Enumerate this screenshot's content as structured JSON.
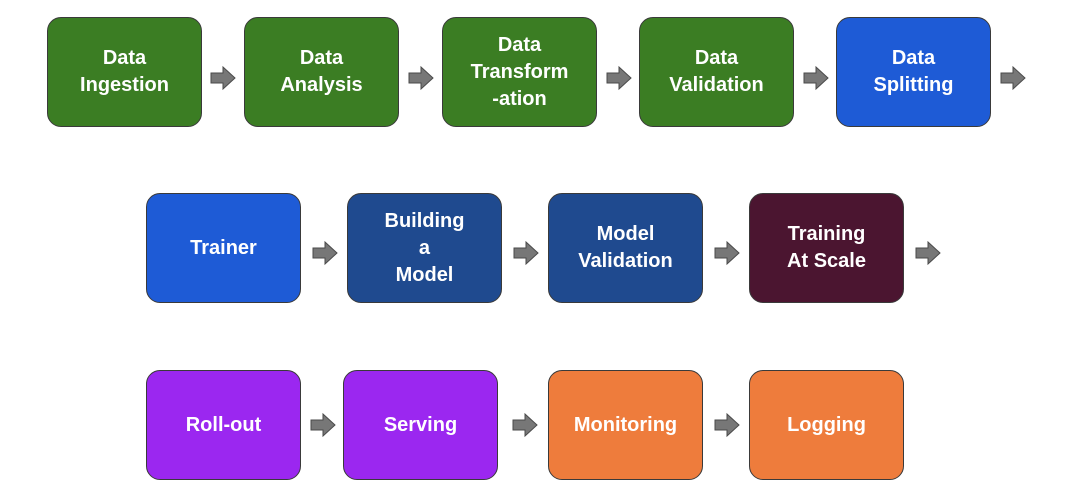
{
  "steps": {
    "data_ingestion": "Data\nIngestion",
    "data_analysis": "Data\nAnalysis",
    "data_transformation": "Data\nTransform\n-ation",
    "data_validation": "Data\nValidation",
    "data_splitting": "Data\nSplitting",
    "trainer": "Trainer",
    "building_a_model": "Building\na\nModel",
    "model_validation": "Model\nValidation",
    "training_at_scale": "Training\nAt Scale",
    "roll_out": "Roll-out",
    "serving": "Serving",
    "monitoring": "Monitoring",
    "logging": "Logging"
  },
  "colors": {
    "green": "#3b7d23",
    "blue": "#1e5bd6",
    "navy": "#1f4a8f",
    "maroon": "#4b1530",
    "purple": "#9b27f0",
    "orange": "#ee7c3c",
    "arrow": "#777777"
  }
}
